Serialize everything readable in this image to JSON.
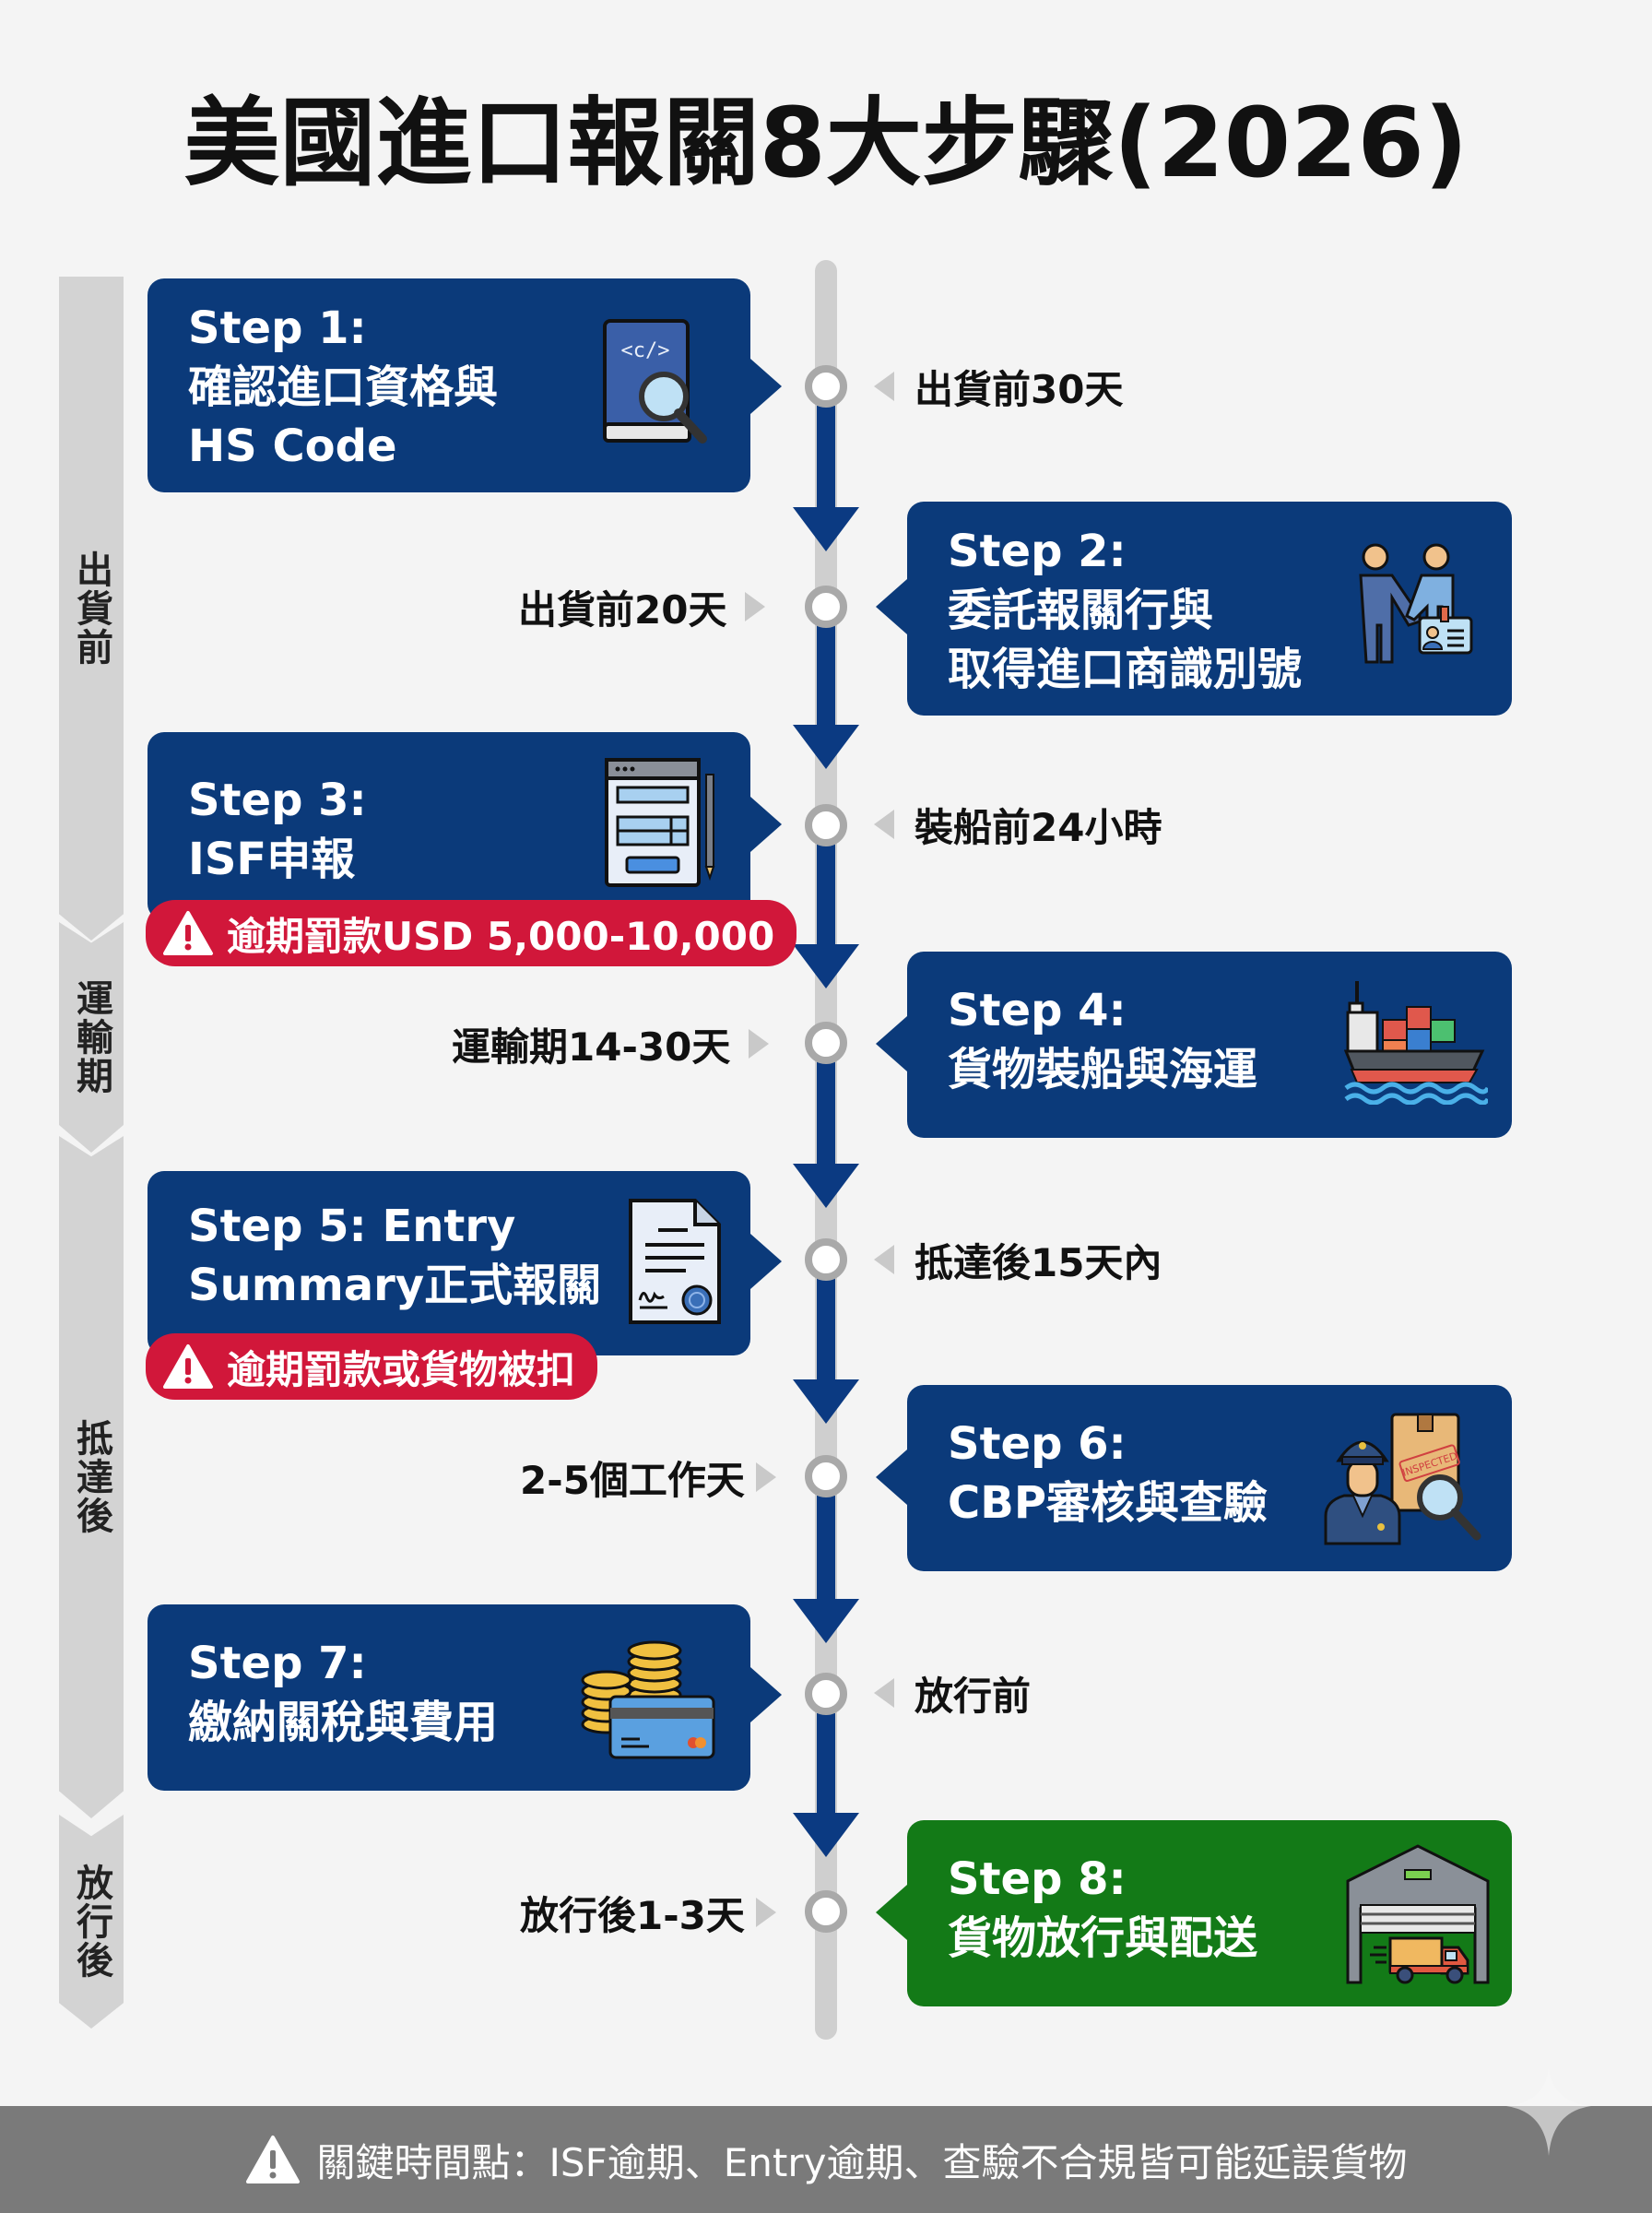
{
  "title": "美國進口報關8大步驟(2026)",
  "phases": [
    {
      "label": "出貨前"
    },
    {
      "label": "運輸期"
    },
    {
      "label": "抵達後"
    },
    {
      "label": "放行後"
    }
  ],
  "steps": [
    {
      "step": "Step 1:",
      "desc": [
        "確認進口資格與",
        "HS Code"
      ],
      "icon": "book-code-search-icon",
      "side": "left",
      "timing": "出貨前30天"
    },
    {
      "step": "Step 2:",
      "desc": [
        "委託報關行與",
        "取得進口商識別號"
      ],
      "icon": "handshake-id-card-icon",
      "side": "right",
      "timing": "出貨前20天"
    },
    {
      "step": "Step 3:",
      "desc": [
        "ISF申報"
      ],
      "icon": "form-pen-icon",
      "side": "left",
      "timing": "裝船前24小時",
      "warning": "逾期罰款USD 5,000-10,000"
    },
    {
      "step": "Step 4:",
      "desc": [
        "貨物裝船與海運"
      ],
      "icon": "container-ship-icon",
      "side": "right",
      "timing": "運輸期14-30天"
    },
    {
      "step": "Step 5: Entry",
      "desc": [
        "Summary正式報關"
      ],
      "icon": "signed-document-icon",
      "side": "left",
      "timing": "抵達後15天內",
      "warning": "逾期罰款或貨物被扣"
    },
    {
      "step": "Step 6:",
      "desc": [
        "CBP審核與查驗"
      ],
      "icon": "customs-officer-inspected-icon",
      "side": "right",
      "timing": "2-5個工作天",
      "stamp": "INSPECTED"
    },
    {
      "step": "Step 7:",
      "desc": [
        "繳納關稅與費用"
      ],
      "icon": "coins-credit-card-icon",
      "side": "left",
      "timing": "放行前"
    },
    {
      "step": "Step 8:",
      "desc": [
        "貨物放行與配送"
      ],
      "icon": "warehouse-truck-icon",
      "side": "right",
      "timing": "放行後1-3天"
    }
  ],
  "footer": {
    "text": "關鍵時間點：ISF逾期、Entry逾期、查驗不合規皆可能延誤貨物",
    "icon": "warning-icon"
  },
  "colors": {
    "card_blue": "#0b3a7a",
    "card_green": "#137a17",
    "warning_red": "#d1173a",
    "track_gray": "#cfcfcf",
    "flow_blue": "#0b3a82",
    "footer_gray": "#7a7a7a"
  }
}
